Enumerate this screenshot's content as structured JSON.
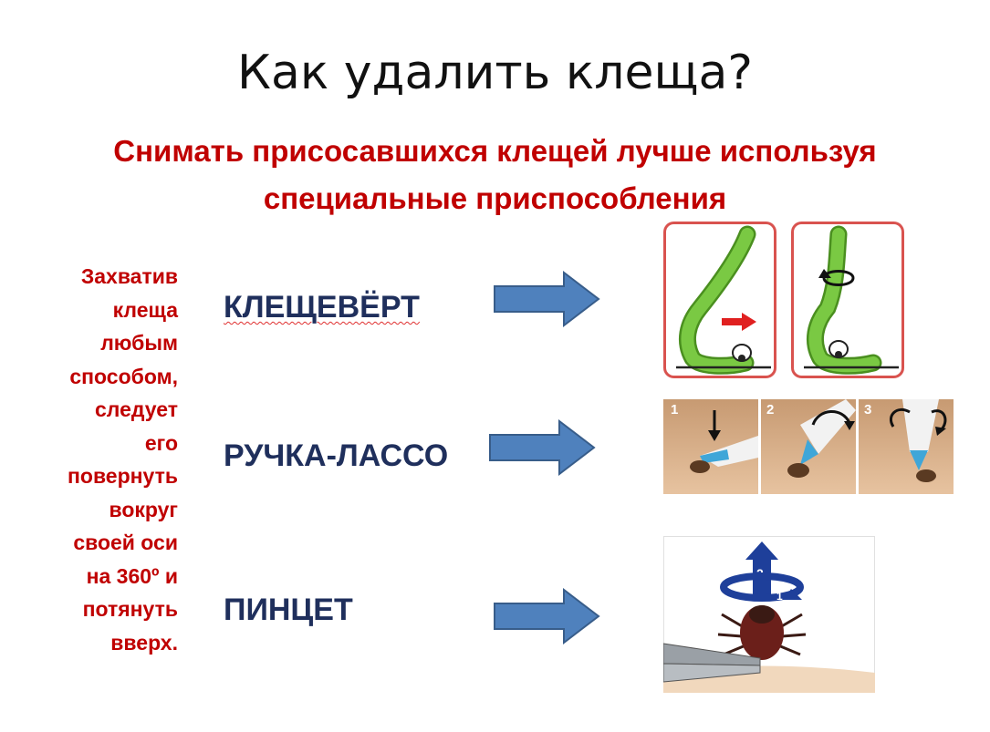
{
  "slide": {
    "title": "Как удалить клеща?",
    "subtitle_line1": "Снимать присосавшихся клещей лучше используя",
    "subtitle_line2": "специальные приспособления",
    "side_note_lines": [
      "Захватив",
      "клеща",
      "любым",
      "способом,",
      "следует",
      "его",
      "повернуть",
      "вокруг",
      "своей оси",
      "на 360º и",
      "потянуть",
      "вверх."
    ]
  },
  "tools": [
    {
      "label": "КЛЕЩЕВЁРТ"
    },
    {
      "label": "РУЧКА-ЛАССО"
    },
    {
      "label": "ПИНЦЕТ"
    }
  ],
  "lasso_steps": [
    "1",
    "2",
    "3"
  ],
  "tweezer_steps": [
    "2",
    "1"
  ],
  "colors": {
    "title": "#111111",
    "accent_red": "#c00000",
    "tool_label": "#1f2f5c",
    "arrow_fill": "#4f81bd",
    "arrow_stroke": "#385d8a",
    "hook_green": "#7ac943"
  }
}
